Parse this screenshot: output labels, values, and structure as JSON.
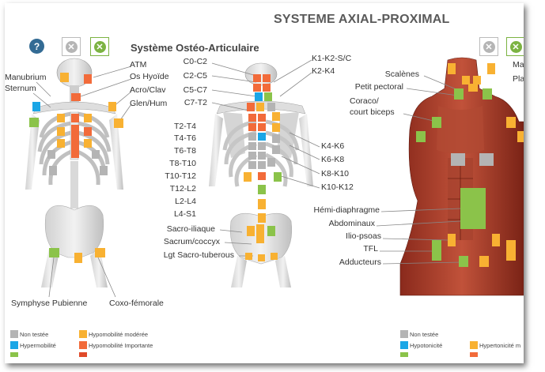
{
  "header": {
    "title": "SYSTEME AXIAL-PROXIMAL",
    "section": "Système Ostéo-Articulaire"
  },
  "colors": {
    "grey": "#b4b4b4",
    "blue": "#1aa6e6",
    "green": "#8bc34a",
    "orange_light": "#f8b132",
    "orange_strong": "#f26b3a",
    "help": "#336b94"
  },
  "icons": {
    "help": "question-icon",
    "close": "close-icon",
    "validate": "check-icon"
  },
  "help_glyph": "?",
  "close_glyph": "✕",
  "check_glyph": "✕",
  "labels_left_skeleton": {
    "manubrium": "Manubrium",
    "sternum": "Sternum",
    "atm": "ATM",
    "os_hyoide": "Os Hyoïde",
    "acro_clav": "Acro/Clav",
    "glen_hum": "Glen/Hum",
    "symphyse": "Symphyse Pubienne",
    "coxo": "Coxo-fémorale"
  },
  "labels_spine_left": [
    "C0-C2",
    "C2-C5",
    "C5-C7",
    "C7-T2",
    "T2-T4",
    "T4-T6",
    "T6-T8",
    "T8-T10",
    "T10-T12",
    "T12-L2",
    "L2-L4",
    "L4-S1",
    "Sacro-iliaque",
    "Sacrum/coccyx",
    "Lgt Sacro-tuberous"
  ],
  "labels_spine_right": [
    "K1-K2-S/C",
    "K2-K4",
    "K4-K6",
    "K6-K8",
    "K8-K10",
    "K10-K12"
  ],
  "labels_muscles": {
    "scalenes": "Scalènes",
    "petit_pectoral": "Petit pectoral",
    "coraco": "Coraco/",
    "court_biceps": "court biceps",
    "hemi_diaphragme": "Hémi-diaphragme",
    "abdominaux": "Abdominaux",
    "ilio_psoas": "Ilio-psoas",
    "tfl": "TFL",
    "adducteurs": "Adducteurs",
    "ma": "Ma",
    "pla": "Pla"
  },
  "legend_left": {
    "non_testee": "Non testée",
    "hypermobilite": "Hypermobilité",
    "hypo_moderee": "Hypomobilité modérée",
    "hypo_importante": "Hypomobilité Importante"
  },
  "legend_right": {
    "non_testee": "Non testée",
    "hypotonicite": "Hypotonicité",
    "hypertonicite": "Hypertonicité m"
  }
}
